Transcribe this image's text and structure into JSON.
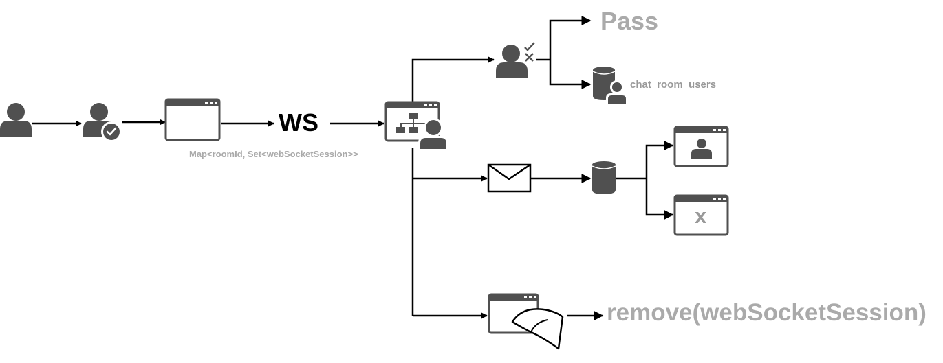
{
  "labels": {
    "ws": "WS",
    "pass": "Pass",
    "chat_room_users": "chat_room_users",
    "session_map": "Map<roomId, Set<webSocketSession>>",
    "remove_call": "remove(webSocketSession)",
    "closed_window_mark": "x"
  },
  "colors": {
    "icon": "#505050",
    "label_gray": "#aaaaaa",
    "edge": "#000000"
  }
}
